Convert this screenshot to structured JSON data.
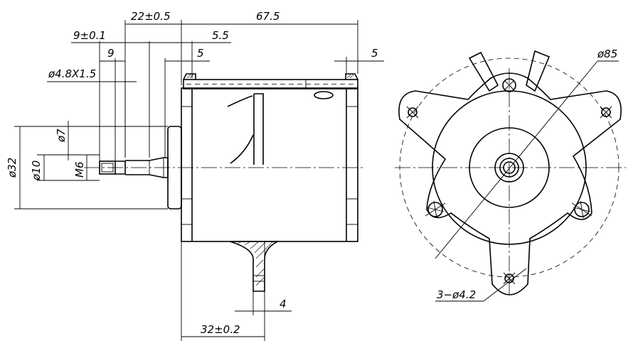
{
  "dimensions": {
    "d_22": "22±0.5",
    "d_67_5": "67.5",
    "d_9_tol": "9±0.1",
    "d_5_5": "5.5",
    "d_9": "9",
    "d_5_left": "5",
    "d_5_right": "5",
    "d_4_8": "ø4.8X1.5",
    "d_phi7": "ø7",
    "d_phi32": "ø32",
    "d_phi10": "ø10",
    "d_m6": "M6",
    "d_4": "4",
    "d_32": "32±0.2",
    "d_phi85": "ø85",
    "d_holes": "3−ø4.2"
  }
}
